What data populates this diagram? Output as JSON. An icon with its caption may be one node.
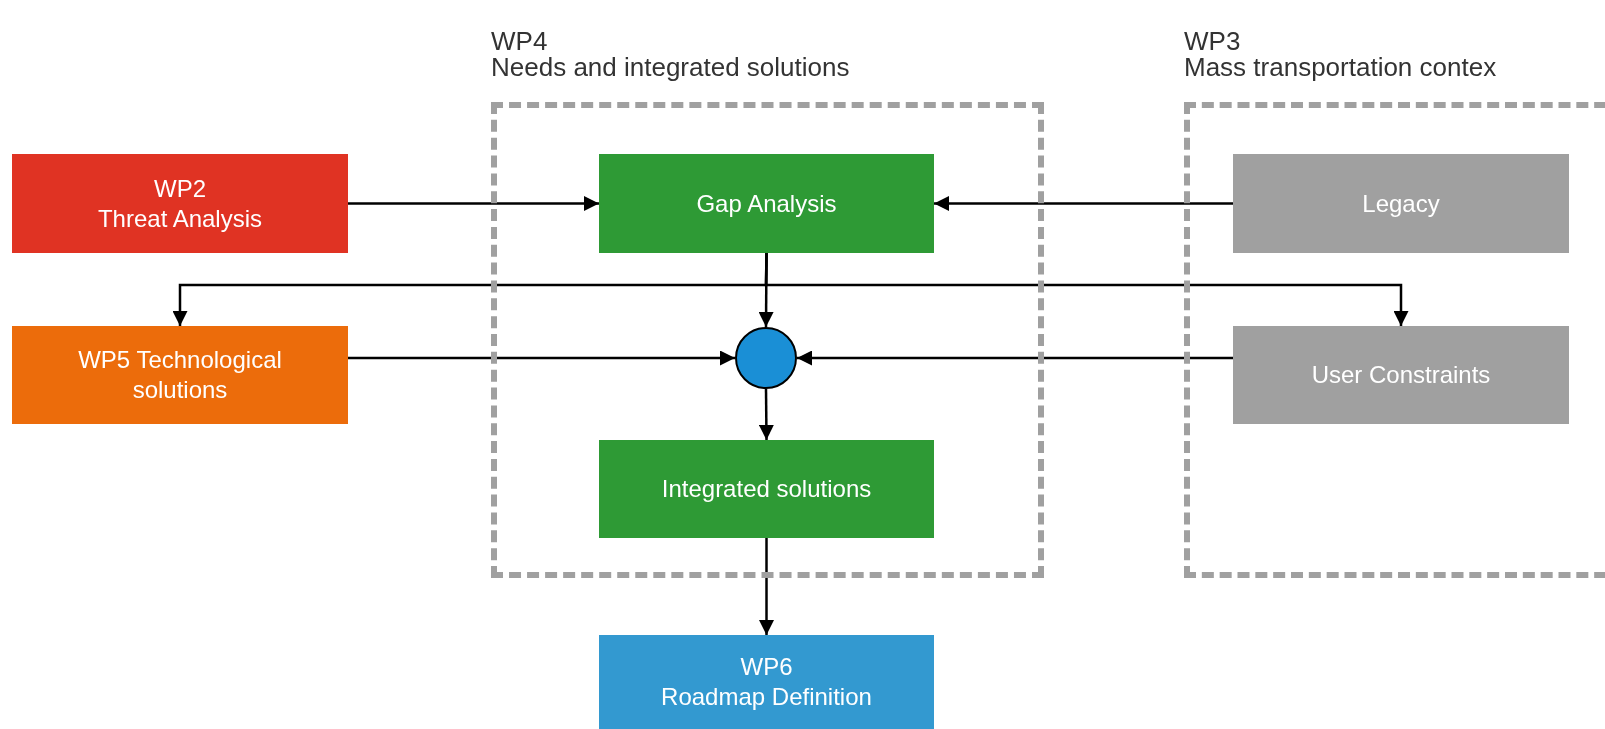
{
  "diagram": {
    "nodes": [
      {
        "text": [
          "WP4",
          "Needs and integrated solutions"
        ]
      },
      {
        "text": [
          "WP3",
          "Mass transportation contex"
        ]
      },
      {
        "text": [
          "WP2",
          "Threat Analysis"
        ]
      },
      {
        "text": [
          "Gap Analysis"
        ],
        "in": 0
      },
      {
        "text": [
          "Legacy"
        ],
        "in": 1
      },
      {
        "text": [
          "WP5 Technological solutions"
        ]
      },
      {
        "text": [],
        "shape": "circle",
        "in": 0
      },
      {
        "text": [
          "User Constraints"
        ],
        "in": 1
      },
      {
        "text": [
          "Integrated solutions"
        ],
        "in": 0
      },
      {
        "text": [
          "WP6",
          "Roadmap Definition"
        ]
      }
    ],
    "edges": [
      {
        "from": 2,
        "to": 3,
        "arrow": "to"
      },
      {
        "from": 4,
        "to": 3,
        "arrow": "to"
      },
      {
        "from": 3,
        "to": 6,
        "arrow": "to"
      },
      {
        "from": 3,
        "to": 5,
        "arrow": "to"
      },
      {
        "from": 3,
        "to": 7,
        "arrow": "to"
      },
      {
        "from": 5,
        "to": 6,
        "arrow": "to"
      },
      {
        "from": 7,
        "to": 6,
        "arrow": "to"
      },
      {
        "from": 6,
        "to": 8,
        "arrow": "to"
      },
      {
        "from": 8,
        "to": 9,
        "arrow": "to"
      }
    ]
  }
}
